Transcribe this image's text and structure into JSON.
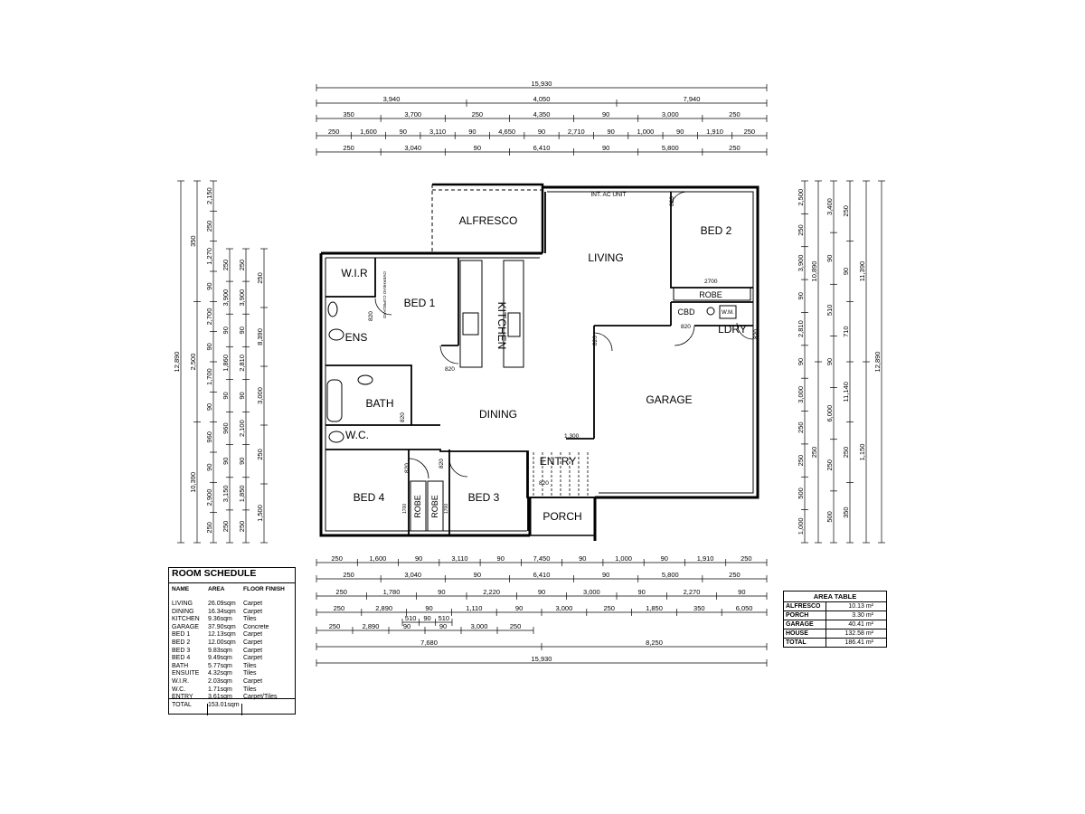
{
  "dimensions": {
    "top": [
      {
        "values": [
          "15,930"
        ]
      },
      {
        "values": [
          "3,940",
          "4,050",
          "7,940"
        ]
      },
      {
        "values": [
          "350",
          "3,700",
          "250",
          "4,350",
          "90",
          "3,000",
          "250"
        ]
      },
      {
        "values": [
          "250",
          "1,600",
          "90",
          "3,110",
          "90",
          "4,650",
          "90",
          "2,710",
          "90",
          "1,000",
          "90",
          "1,910",
          "250"
        ]
      },
      {
        "values": [
          "250",
          "3,040",
          "90",
          "6,410",
          "90",
          "5,800",
          "250"
        ]
      }
    ],
    "bottom": [
      {
        "values": [
          "250",
          "1,600",
          "90",
          "3,110",
          "90",
          "7,450",
          "90",
          "1,000",
          "90",
          "1,910",
          "250"
        ]
      },
      {
        "values": [
          "250",
          "3,040",
          "90",
          "6,410",
          "90",
          "5,800",
          "250"
        ]
      },
      {
        "values": [
          "250",
          "1,780",
          "90",
          "2,220",
          "90",
          "3,000",
          "90",
          "2,270",
          "90"
        ]
      },
      {
        "values": [
          "250",
          "2,890",
          "90",
          "1,110",
          "90",
          "3,000",
          "250",
          "1,850",
          "350",
          "6,050"
        ]
      },
      {
        "values": [
          "510",
          "90",
          "510"
        ]
      },
      {
        "values": [
          "250",
          "2,890",
          "90",
          "90",
          "3,000",
          "250"
        ]
      },
      {
        "values": [
          "7,680",
          "8,250"
        ]
      },
      {
        "values": [
          "15,930"
        ]
      }
    ],
    "left": [
      {
        "values": [
          "12,890"
        ]
      },
      {
        "values": [
          "350",
          "2,500",
          "10,390"
        ]
      },
      {
        "values": [
          "2,150",
          "250",
          "1,270",
          "90",
          "2,700",
          "90",
          "1,700",
          "90",
          "960",
          "90",
          "2,900",
          "250"
        ]
      },
      {
        "values": [
          "250",
          "3,900",
          "90",
          "1,860",
          "90",
          "960",
          "90",
          "3,150",
          "250"
        ]
      },
      {
        "values": [
          "250",
          "3,900",
          "90",
          "2,810",
          "90",
          "2,100",
          "90",
          "1,850",
          "250"
        ]
      },
      {
        "values": [
          "250",
          "8,390",
          "3,000",
          "250",
          "1,500"
        ]
      }
    ],
    "right": [
      {
        "values": [
          "2,500",
          "250",
          "3,900",
          "90",
          "2,810",
          "90",
          "3,000",
          "250",
          "250",
          "500",
          "1,000"
        ]
      },
      {
        "values": [
          "10,890",
          "250"
        ]
      },
      {
        "values": [
          "3,400",
          "90",
          "510",
          "90",
          "6,000",
          "250",
          "500"
        ]
      },
      {
        "values": [
          "250",
          "90",
          "710",
          "11,140",
          "250",
          "350"
        ]
      },
      {
        "values": [
          "11,390",
          "1,150"
        ]
      },
      {
        "values": [
          "12,890"
        ]
      }
    ]
  },
  "rooms": {
    "alfresco": "ALFRESCO",
    "living": "LIVING",
    "bed2": "BED 2",
    "robe_bed2": "ROBE",
    "cbd": "CBD",
    "wm": "W.M.",
    "ldry": "LDRY",
    "wir": "W.I.R",
    "bed1": "BED 1",
    "ens": "ENS",
    "kitchen": "KITCHEN",
    "bath": "BATH",
    "wc": "W.C.",
    "dining": "DINING",
    "garage": "GARAGE",
    "entry": "ENTRY",
    "bed4": "BED 4",
    "robe_a": "ROBE",
    "robe_b": "ROBE",
    "bed3": "BED 3",
    "porch": "PORCH",
    "int_ac_unit": "INT. AC UNIT"
  },
  "door_labels": [
    "820",
    "820",
    "820",
    "820",
    "820",
    "820",
    "820",
    "820",
    "820",
    "820"
  ],
  "misc_labels": {
    "robe_len": "2700",
    "overhead": "OVERHEAD CUPBOARD",
    "span_1300": "1,300",
    "robe_1700a": "1700",
    "robe_1700b": "1700"
  },
  "room_schedule": {
    "title": "ROOM SCHEDULE",
    "headers": [
      "NAME",
      "AREA",
      "FLOOR FINISH"
    ],
    "rows": [
      [
        "LIVING",
        "26.09sqm",
        "Carpet"
      ],
      [
        "DINING",
        "16.34sqm",
        "Carpet"
      ],
      [
        "KITCHEN",
        "9.36sqm",
        "Tiles"
      ],
      [
        "GARAGE",
        "37.90sqm",
        "Concrete"
      ],
      [
        "BED 1",
        "12.13sqm",
        "Carpet"
      ],
      [
        "BED 2",
        "12.00sqm",
        "Carpet"
      ],
      [
        "BED 3",
        "9.83sqm",
        "Carpet"
      ],
      [
        "BED 4",
        "9.49sqm",
        "Carpet"
      ],
      [
        "BATH",
        "5.77sqm",
        "Tiles"
      ],
      [
        "ENSUITE",
        "4.32sqm",
        "Tiles"
      ],
      [
        "W.I.R.",
        "2.03sqm",
        "Carpet"
      ],
      [
        "W.C.",
        "1.71sqm",
        "Tiles"
      ],
      [
        "ENTRY",
        "3.61sqm",
        "Carpet/Tiles"
      ]
    ],
    "total_label": "TOTAL",
    "total_value": "153.01sqm"
  },
  "area_table": {
    "title": "AREA TABLE",
    "rows": [
      [
        "ALFRESCO",
        "10.13 m²"
      ],
      [
        "PORCH",
        "3.30 m²"
      ],
      [
        "GARAGE",
        "40.41 m²"
      ],
      [
        "HOUSE",
        "132.58 m²"
      ],
      [
        "TOTAL",
        "186.41 m²"
      ]
    ]
  }
}
